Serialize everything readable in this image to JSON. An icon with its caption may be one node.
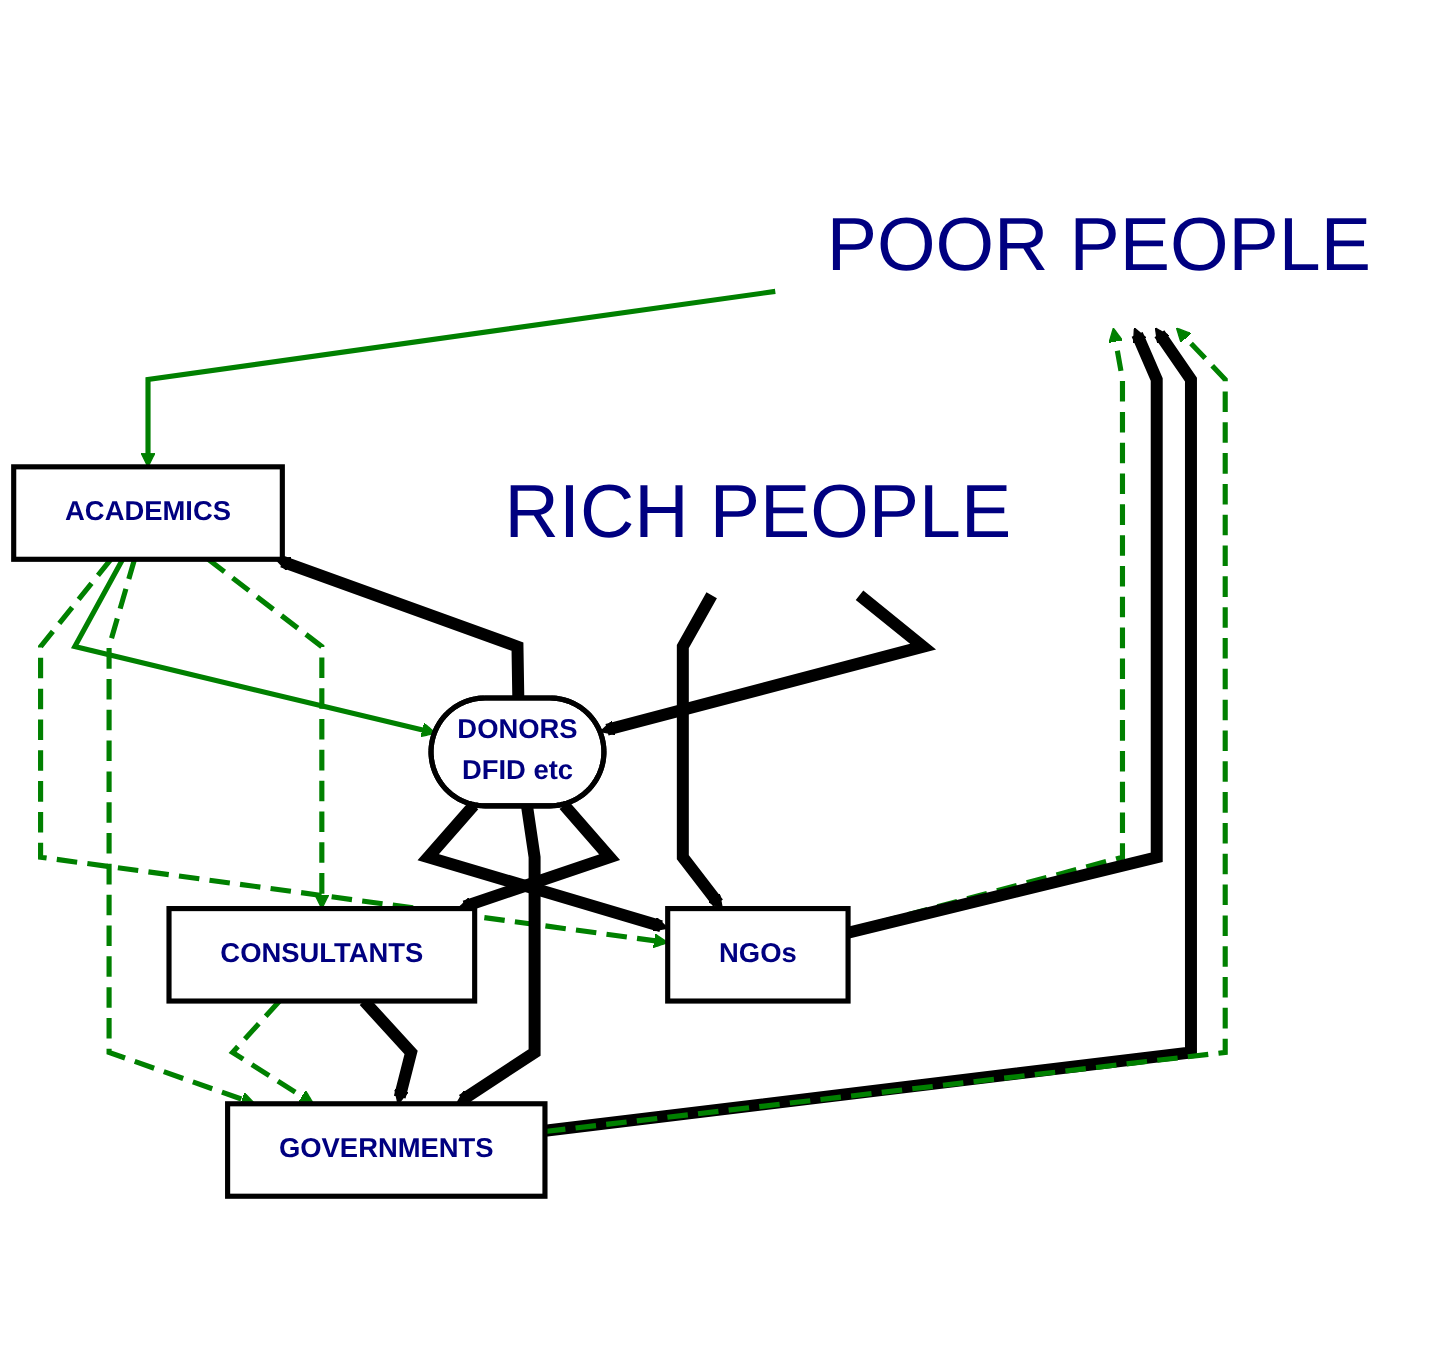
{
  "diagram": {
    "nodes": [
      {
        "text": [
          "POOR PEOPLE"
        ]
      },
      {
        "text": [
          "ACADEMICS"
        ]
      },
      {
        "text": [
          "NGOs"
        ]
      },
      {
        "text": [
          "GOVERNMENTS"
        ]
      },
      {
        "text": [
          "DONORS",
          "DFID etc"
        ]
      },
      {
        "text": [
          "CONSULTANTS"
        ]
      },
      {
        "text": [
          "RICH PEOPLE"
        ]
      }
    ],
    "edges": [
      {
        "from": 0,
        "to": 1,
        "arrow": "to",
        "color": "#008000"
      },
      {
        "from": 2,
        "to": 0,
        "arrow": "to",
        "style": "dashed",
        "color": "#008000"
      },
      {
        "from": 2,
        "to": 0,
        "arrow": "to"
      },
      {
        "from": 3,
        "to": 0,
        "arrow": "to"
      },
      {
        "from": 3,
        "to": 0,
        "arrow": "to",
        "style": "dashed",
        "color": "#008000"
      },
      {
        "from": 1,
        "to": 2,
        "arrow": "to",
        "style": "dashed",
        "color": "#008000"
      },
      {
        "from": 1,
        "to": 4,
        "arrow": "to",
        "color": "#008000"
      },
      {
        "from": 4,
        "to": 1,
        "arrow": "to"
      },
      {
        "from": 1,
        "to": 3,
        "arrow": "to",
        "style": "dashed",
        "color": "#008000"
      },
      {
        "from": 1,
        "to": 5,
        "arrow": "to",
        "style": "dashed",
        "color": "#008000"
      },
      {
        "from": 4,
        "to": 2,
        "arrow": "to"
      },
      {
        "from": 4,
        "to": 3,
        "arrow": "to"
      },
      {
        "from": 4,
        "to": 5,
        "arrow": "to"
      },
      {
        "from": 5,
        "to": 3,
        "arrow": "to",
        "style": "dashed",
        "color": "#008000"
      },
      {
        "from": 5,
        "to": 3,
        "arrow": "to"
      },
      {
        "from": 6,
        "to": 2,
        "arrow": "to"
      },
      {
        "from": 6,
        "to": 4,
        "arrow": "to"
      }
    ]
  }
}
